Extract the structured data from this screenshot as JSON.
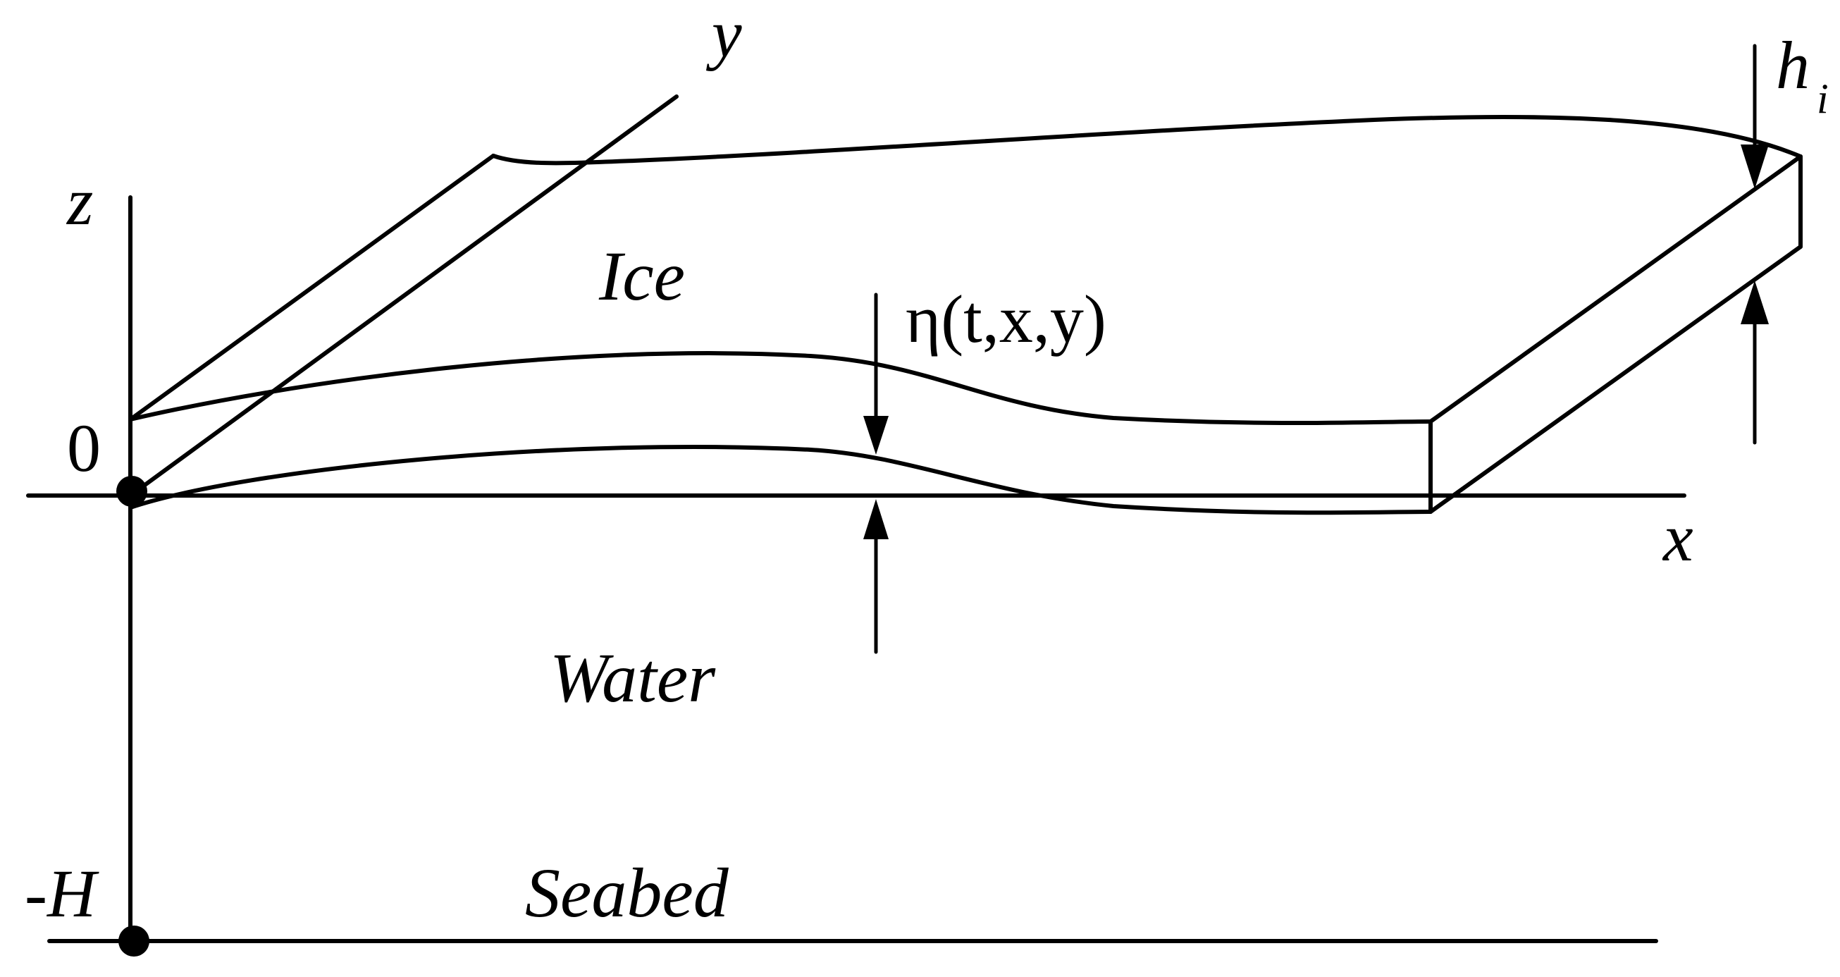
{
  "labels": {
    "axis_y": "y",
    "axis_z": "z",
    "axis_x": "x",
    "origin": "0",
    "depth": "-H",
    "thickness_main": "h",
    "thickness_sub": "i",
    "ice": "Ice",
    "water": "Water",
    "seabed": "Seabed",
    "deflection": "η(t,x,y)"
  }
}
